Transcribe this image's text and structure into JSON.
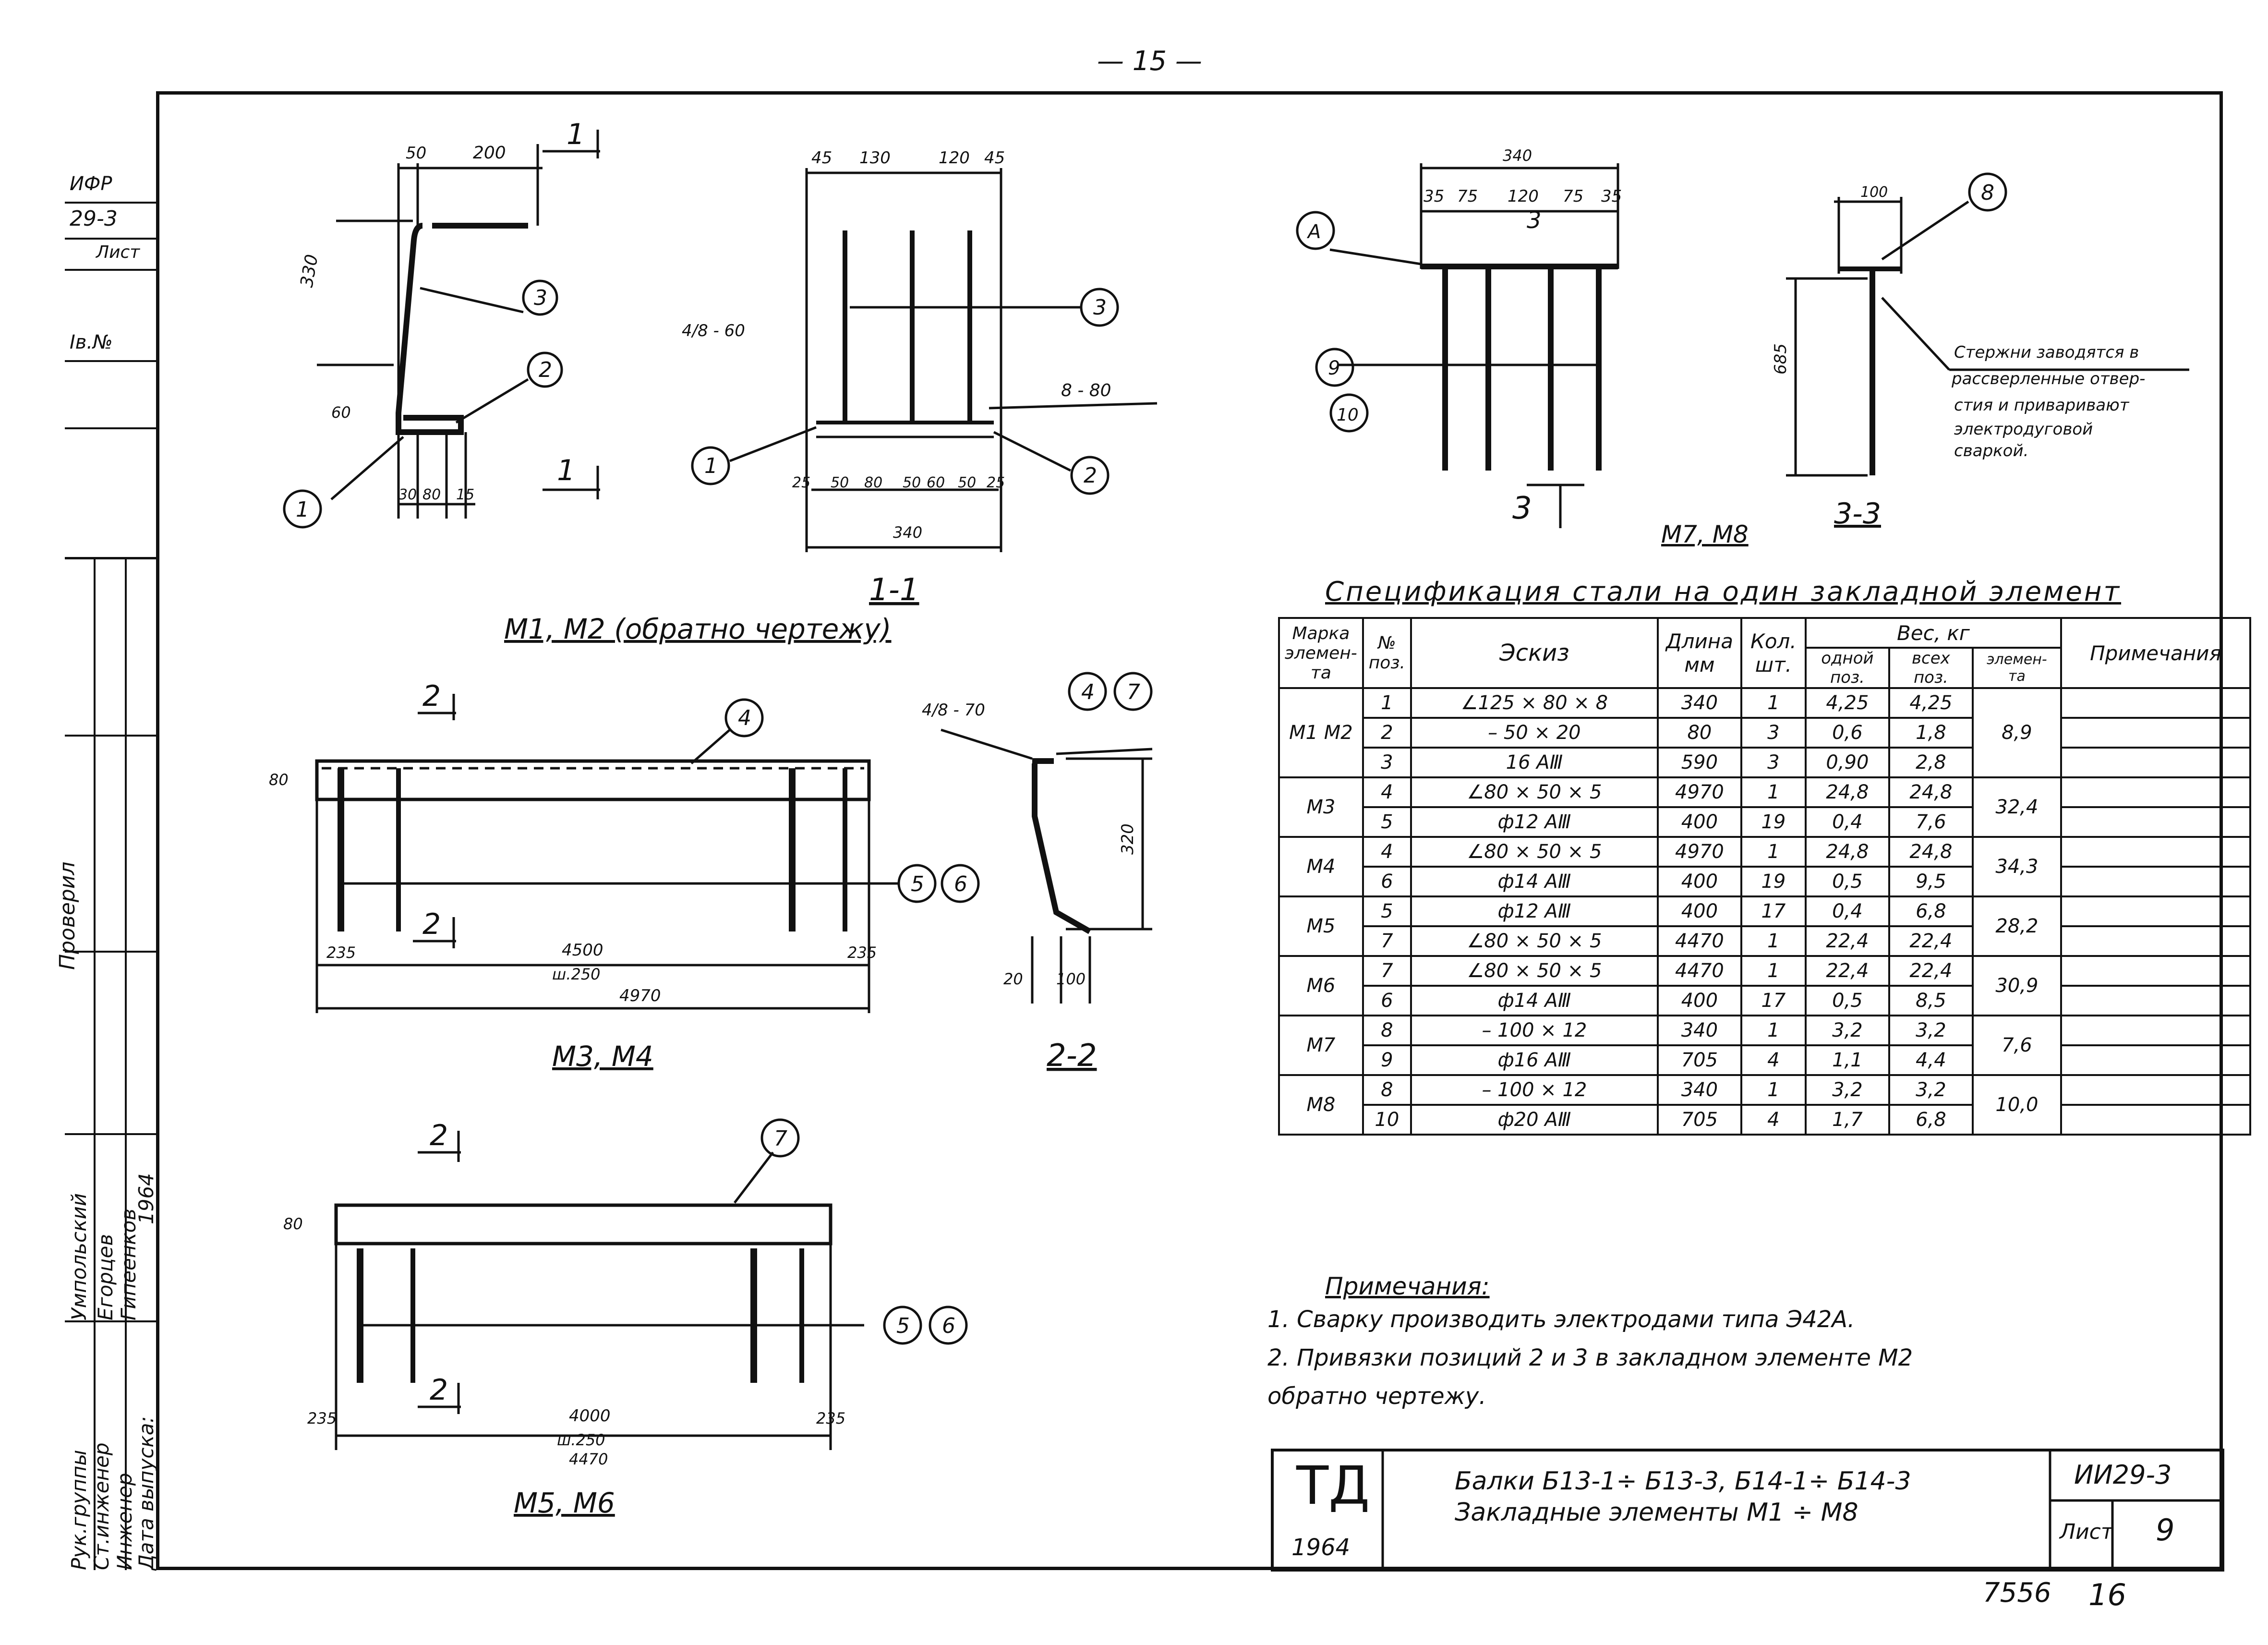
{
  "page_number": "— 15 —",
  "left_margin": {
    "code_top": "ИФР",
    "series": "29-3",
    "sheet_label": "Лист",
    "inv": "Ів.№",
    "roles": [
      "Рук.группы",
      "Ст.инженер",
      "Инженер",
      "Дата выпуска:"
    ],
    "names": [
      "Умпольский",
      "Егорцев",
      "Гипеенков",
      "1964"
    ],
    "check": "Проверил"
  },
  "drawings": {
    "m1_title": "М1, М2 (обратно чертежу)",
    "section_11": "1-1",
    "m7_title": "М7, М8",
    "section_33": "3-3",
    "m3_title": "М3, М4",
    "section_22": "2-2",
    "m5_title": "М5, М6",
    "note_33": [
      "Стержни заводятся в",
      "рассверленные отвер-",
      "стия и приваривают",
      "электродуговой",
      "сваркой."
    ],
    "weld_4_8_60": "4/8 - 60",
    "weld_4_8_70": "4/8 - 70",
    "weld_8_80": "8 - 80"
  },
  "dims": {
    "m1": [
      "50",
      "200",
      "330",
      "60",
      "30",
      "80",
      "15"
    ],
    "s11_top": [
      "45",
      "130",
      "120",
      "45"
    ],
    "s11_bottom": [
      "25",
      "50",
      "80",
      "50",
      "60",
      "50",
      "25"
    ],
    "s11_total": "340",
    "m7_top": [
      "340",
      "35",
      "75",
      "120",
      "75",
      "35"
    ],
    "m7_height": "685",
    "s33_width": "100",
    "m3": [
      "80",
      "4500",
      "ш.250",
      "4970",
      "235",
      "235"
    ],
    "s22": [
      "320",
      "20",
      "100"
    ],
    "m5": [
      "80",
      "4000",
      "ш.250",
      "4470",
      "235",
      "235"
    ]
  },
  "spec_table": {
    "title": "Спецификация стали на один закладной элемент",
    "headers": {
      "mark": "Марка элемен-та",
      "pos": "№ поз.",
      "sketch": "Эскиз",
      "length": "Длина мм",
      "qty": "Кол. шт.",
      "weight": "Вес, кг",
      "w_one": "одной поз.",
      "w_all": "всех поз.",
      "w_el": "элемен-та",
      "note": "Примечания"
    },
    "groups": [
      {
        "mark": "М1 М2",
        "weight": "8,9",
        "rows": [
          {
            "pos": "1",
            "sketch": "∠125 × 80 × 8",
            "len": "340",
            "qty": "1",
            "one": "4,25",
            "all": "4,25"
          },
          {
            "pos": "2",
            "sketch": "– 50 × 20",
            "len": "80",
            "qty": "3",
            "one": "0,6",
            "all": "1,8"
          },
          {
            "pos": "3",
            "sketch": "16 АⅢ",
            "len": "590",
            "qty": "3",
            "one": "0,90",
            "all": "2,8"
          }
        ]
      },
      {
        "mark": "М3",
        "weight": "32,4",
        "rows": [
          {
            "pos": "4",
            "sketch": "∠80 × 50 × 5",
            "len": "4970",
            "qty": "1",
            "one": "24,8",
            "all": "24,8"
          },
          {
            "pos": "5",
            "sketch": "ф12 АⅢ",
            "len": "400",
            "qty": "19",
            "one": "0,4",
            "all": "7,6"
          }
        ]
      },
      {
        "mark": "М4",
        "weight": "34,3",
        "rows": [
          {
            "pos": "4",
            "sketch": "∠80 × 50 × 5",
            "len": "4970",
            "qty": "1",
            "one": "24,8",
            "all": "24,8"
          },
          {
            "pos": "6",
            "sketch": "ф14 АⅢ",
            "len": "400",
            "qty": "19",
            "one": "0,5",
            "all": "9,5"
          }
        ]
      },
      {
        "mark": "М5",
        "weight": "28,2",
        "rows": [
          {
            "pos": "5",
            "sketch": "ф12 АⅢ",
            "len": "400",
            "qty": "17",
            "one": "0,4",
            "all": "6,8"
          },
          {
            "pos": "7",
            "sketch": "∠80 × 50 × 5",
            "len": "4470",
            "qty": "1",
            "one": "22,4",
            "all": "22,4"
          }
        ]
      },
      {
        "mark": "М6",
        "weight": "30,9",
        "rows": [
          {
            "pos": "7",
            "sketch": "∠80 × 50 × 5",
            "len": "4470",
            "qty": "1",
            "one": "22,4",
            "all": "22,4"
          },
          {
            "pos": "6",
            "sketch": "ф14 АⅢ",
            "len": "400",
            "qty": "17",
            "one": "0,5",
            "all": "8,5"
          }
        ]
      },
      {
        "mark": "М7",
        "weight": "7,6",
        "rows": [
          {
            "pos": "8",
            "sketch": "– 100 × 12",
            "len": "340",
            "qty": "1",
            "one": "3,2",
            "all": "3,2"
          },
          {
            "pos": "9",
            "sketch": "ф16 АⅢ",
            "len": "705",
            "qty": "4",
            "one": "1,1",
            "all": "4,4"
          }
        ]
      },
      {
        "mark": "М8",
        "weight": "10,0",
        "rows": [
          {
            "pos": "8",
            "sketch": "– 100 × 12",
            "len": "340",
            "qty": "1",
            "one": "3,2",
            "all": "3,2"
          },
          {
            "pos": "10",
            "sketch": "ф20 АⅢ",
            "len": "705",
            "qty": "4",
            "one": "1,7",
            "all": "6,8"
          }
        ]
      }
    ]
  },
  "notes": {
    "title": "Примечания:",
    "items": [
      "1.  Сварку производить электродами типа Э42А.",
      "2.  Привязки позиций 2 и 3 в закладном элементе М2",
      "     обратно чертежу."
    ]
  },
  "title_block": {
    "logo": "ТД",
    "year": "1964",
    "title_line1": "Балки Б13-1÷ Б13-3, Б14-1÷ Б14-3",
    "title_line2": "Закладные  элементы  М1 ÷ М8",
    "code": "ИИ29-3",
    "sheet_label": "Лист",
    "sheet_num": "9"
  },
  "footer": {
    "num1": "7556",
    "num2": "16"
  }
}
